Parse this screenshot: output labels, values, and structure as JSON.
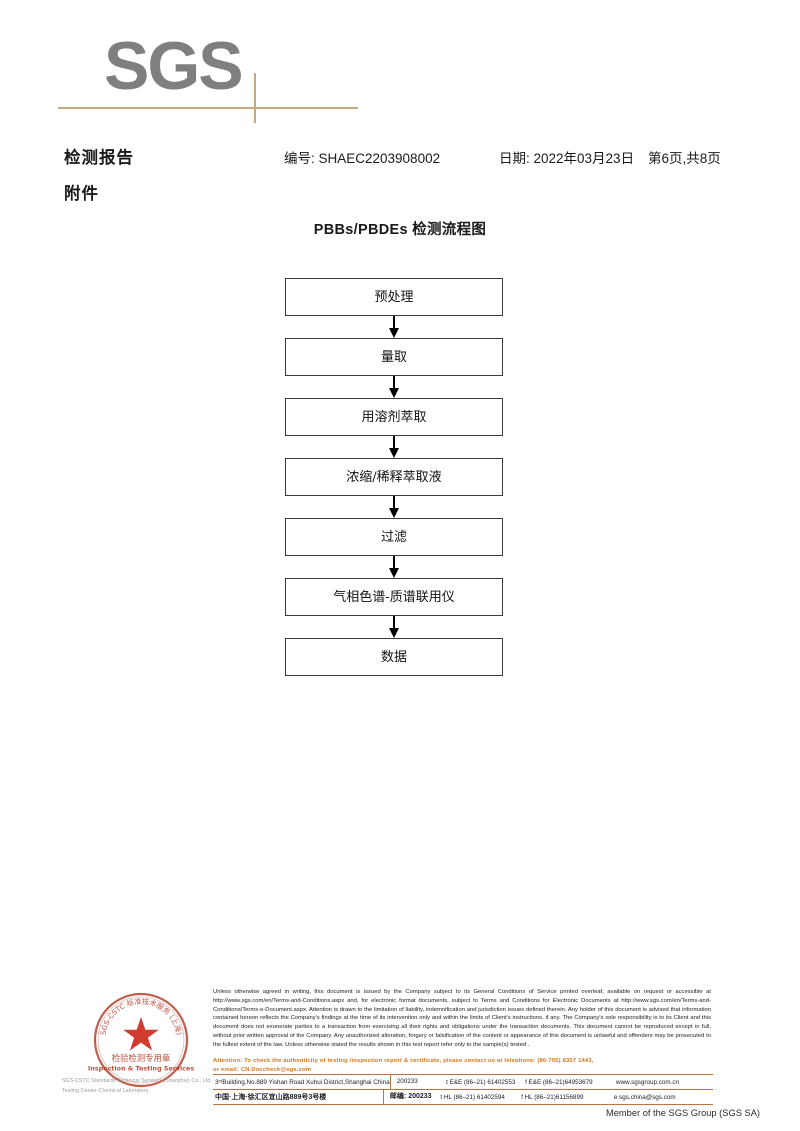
{
  "logo": {
    "text": "SGS"
  },
  "header": {
    "title": "检测报告",
    "report_no": "编号: SHAEC2203908002",
    "date": "日期: 2022年03月23日",
    "page": "第6页,共8页",
    "subtitle": "附件"
  },
  "flowchart": {
    "title": "PBBs/PBDEs 检测流程图",
    "nodes": [
      {
        "label": "预处理"
      },
      {
        "label": "量取"
      },
      {
        "label": "用溶剂萃取"
      },
      {
        "label": "浓缩/稀释萃取液"
      },
      {
        "label": "过滤"
      },
      {
        "label": "气相色谱-质谱联用仪"
      },
      {
        "label": "数据"
      }
    ]
  },
  "seal": {
    "line_cn": "检验检测专用章",
    "line_en": "Inspection & Testing Services",
    "ring_text": "SGS-CSTC 标准技术服务 (上海) 有限公司",
    "caption_line1": "SGS-CSTC Standards Technical Services (Shanghai) Co., Ltd.",
    "caption_line2": "Testing Center-Chemical Laboratory."
  },
  "footer": {
    "legal_paragraph": "Unless otherwise agreed in writing, this document is issued by the Company subject to its General Conditions of Service printed overleaf, available on request or accessible at http://www.sgs.com/en/Terms-and-Conditions.aspx and, for electronic format documents, subject to Terms and Conditions for Electronic Documents at http://www.sgs.com/en/Terms-and-Conditions/Terms-e-Document.aspx. Attention is drawn to the limitation of liability, indemnification and jurisdiction issues defined therein. Any holder of this document is advised that information contained hereon reflects the Company's findings at the time of its intervention only and within the limits of Client's instructions, if any. The Company's sole responsibility is to its Client and this document does not exonerate parties to a transaction from exercising all their rights and obligations under the transaction documents. This document cannot be reproduced except in full, without prior written approval of the Company. Any unauthorized alteration, forgery or falsification of the content or appearance of this document is unlawful and offenders may be prosecuted to the fullest extent of the law. Unless otherwise stated the results shown in this test report refer only to the sample(s) tested .",
    "attention_line1": "Attention: To check the authenticity of testing /inspection report & certificate, please contact us at telephone: (86-755) 8307 1443,",
    "attention_line2": "or email: CN.Doccheck@sgs.com",
    "address_en": "3ʳᵈBuilding,No.889 Yishan Road Xuhui District,Shanghai China",
    "zip_en": "200233",
    "tel_en_1": "t E&E (86–21) 61402553",
    "tel_en_2": "f E&E (86–21)64953679",
    "web": "www.sgsgroup.com.cn",
    "address_cn": "中国·上海·徐汇区宜山路889号3号楼",
    "zip_cn": "邮编: 200233",
    "tel_cn_1": "t HL (86–21) 61402594",
    "tel_cn_2": "f HL (86–21)61156899",
    "email": "e sgs.china@sgs.com",
    "member": "Member of the SGS Group (SGS SA)"
  },
  "colors": {
    "logo_gray": "#7f7f7f",
    "rule_tan": "#c8a87e",
    "attention_orange": "#d4761e",
    "seal_red": "#c0392b"
  }
}
